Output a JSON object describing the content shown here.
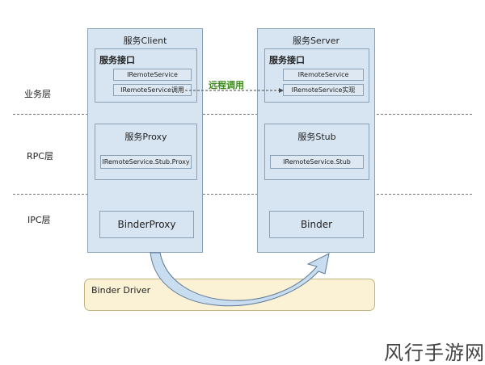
{
  "layers": {
    "business": "业务层",
    "rpc": "RPC层",
    "ipc": "IPC层"
  },
  "client": {
    "title": "服务Client",
    "interface_title": "服务接口",
    "iface_item_1": "IRemoteService",
    "iface_item_2": "IRemoteService调用",
    "proxy_title": "服务Proxy",
    "proxy_item": "IRemoteService.Stub.Proxy",
    "binder_proxy": "BinderProxy"
  },
  "server": {
    "title": "服务Server",
    "interface_title": "服务接口",
    "iface_item_1": "IRemoteService",
    "iface_item_2": "IRemoteService实现",
    "stub_title": "服务Stub",
    "stub_item": "IRemoteService.Stub",
    "binder": "Binder"
  },
  "remote_call_label": "远程调用",
  "driver_label": "Binder Driver",
  "watermark": "风行手游网",
  "colors": {
    "box_fill": "#d7e5f3",
    "box_border": "#8aa0b5",
    "driver_fill": "#fbf2d5",
    "remote_call_text": "#3c8a1e"
  }
}
